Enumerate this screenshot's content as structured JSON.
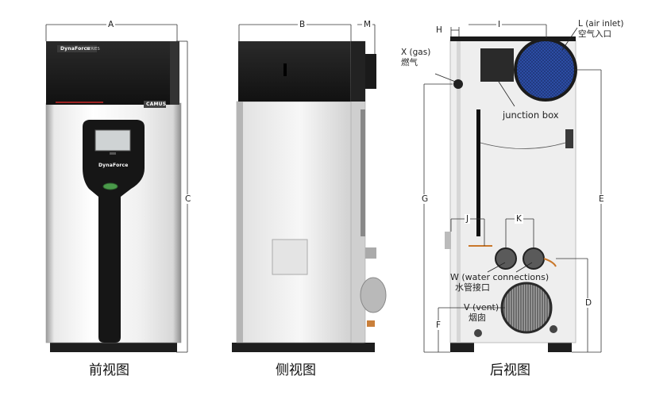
{
  "dimension_letters": {
    "a": "A",
    "b": "B",
    "c": "C",
    "d": "D",
    "e": "E",
    "f": "F",
    "g": "G",
    "h": "H",
    "i": "I",
    "j": "J",
    "k": "K",
    "m": "M"
  },
  "callouts": {
    "gas_en": "X (gas)",
    "gas_cn": "燃气",
    "air_en": "L (air inlet)",
    "air_cn": "空气入口",
    "junction": "junction box",
    "water_en": "W (water connections)",
    "water_cn": "水管接口",
    "vent_en": "V (vent)",
    "vent_cn": "烟囱"
  },
  "captions": {
    "front": "前视图",
    "side": "侧视图",
    "back": "后视图"
  },
  "branding": {
    "logo": "DynaForce",
    "series": "SERIES",
    "maker": "CAMUS"
  },
  "colors": {
    "black_panel": "#1b1b1b",
    "steel_light": "#f2f2f2",
    "steel_mid": "#c9c9c9",
    "air_inlet_blue": "#2d4fa8",
    "accent_orange": "#d06a18"
  }
}
